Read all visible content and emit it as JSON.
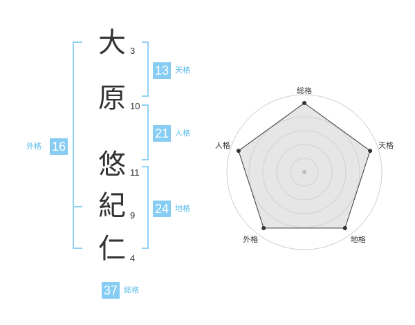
{
  "name": {
    "characters": [
      {
        "char": "大",
        "strokes": "3"
      },
      {
        "char": "原",
        "strokes": "10"
      },
      {
        "char": "悠",
        "strokes": "11"
      },
      {
        "char": "紀",
        "strokes": "9"
      },
      {
        "char": "仁",
        "strokes": "4"
      }
    ]
  },
  "fortunes": {
    "tenkaku": {
      "value": "13",
      "label": "天格"
    },
    "jinkaku": {
      "value": "21",
      "label": "人格"
    },
    "chikaku": {
      "value": "24",
      "label": "地格"
    },
    "gaikaku": {
      "value": "16",
      "label": "外格"
    },
    "soukaku": {
      "value": "37",
      "label": "総格"
    }
  },
  "chart_data": {
    "type": "radar",
    "axes": [
      "総格",
      "天格",
      "地格",
      "外格",
      "人格"
    ],
    "values": [
      5,
      5,
      5,
      5,
      5
    ],
    "max": 5,
    "rings": 5,
    "colors": {
      "fill": "#e6e6e6",
      "line": "#333333",
      "ring": "#d0d0d0",
      "point": "#333333"
    }
  }
}
